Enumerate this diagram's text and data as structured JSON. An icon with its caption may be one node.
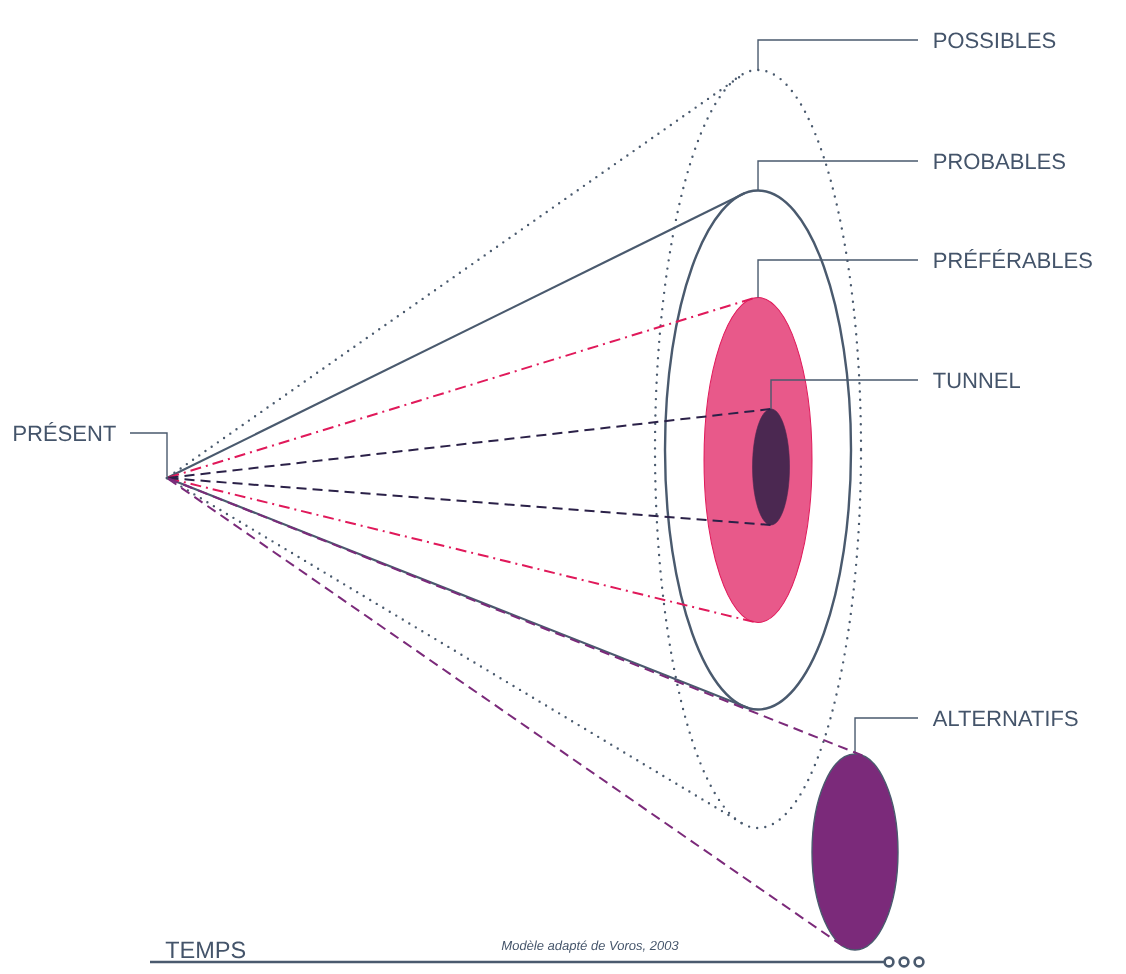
{
  "diagram": {
    "caption": "Modèle adapté de Voros, 2003",
    "nodes": [
      {
        "text": [
          "PRÉSENT"
        ]
      },
      {
        "text": [],
        "shape": "point"
      },
      {
        "text": [],
        "shape": "ellipse"
      },
      {
        "text": [],
        "shape": "ellipse",
        "in": 2
      },
      {
        "text": [],
        "shape": "ellipse",
        "in": 3
      },
      {
        "text": [],
        "shape": "ellipse",
        "in": 4
      },
      {
        "text": [],
        "shape": "ellipse"
      },
      {
        "text": [
          "POSSIBLES"
        ]
      },
      {
        "text": [
          "PROBABLES"
        ]
      },
      {
        "text": [
          "PRÉFÉRABLES"
        ]
      },
      {
        "text": [
          "TUNNEL"
        ]
      },
      {
        "text": [
          "ALTERNATIFS"
        ]
      }
    ],
    "edges": [
      {
        "from": 0,
        "to": 1,
        "arrow": "none"
      },
      {
        "from": 7,
        "to": 2,
        "arrow": "none"
      },
      {
        "from": 8,
        "to": 3,
        "arrow": "none"
      },
      {
        "from": 9,
        "to": 4,
        "arrow": "none"
      },
      {
        "from": 10,
        "to": 5,
        "arrow": "none"
      },
      {
        "from": 11,
        "to": 6,
        "arrow": "none"
      },
      {
        "from": 1,
        "to": 2,
        "arrow": "none",
        "style": "dashed"
      },
      {
        "from": 1,
        "to": 2,
        "arrow": "none",
        "style": "dashed"
      },
      {
        "from": 1,
        "to": 3,
        "arrow": "none"
      },
      {
        "from": 1,
        "to": 3,
        "arrow": "none"
      },
      {
        "from": 1,
        "to": 4,
        "arrow": "none",
        "style": "dashed",
        "color": "#e0195a"
      },
      {
        "from": 1,
        "to": 4,
        "arrow": "none",
        "style": "dashed",
        "color": "#e0195a"
      },
      {
        "from": 1,
        "to": 5,
        "arrow": "none",
        "style": "dashed",
        "color": "#2b2148"
      },
      {
        "from": 1,
        "to": 5,
        "arrow": "none",
        "style": "dashed",
        "color": "#2b2148"
      },
      {
        "from": 1,
        "to": 6,
        "arrow": "none",
        "style": "dashed",
        "color": "#7b2a7a"
      },
      {
        "from": 1,
        "to": 6,
        "arrow": "none",
        "style": "dashed",
        "color": "#7b2a7a"
      }
    ],
    "labels": [
      "TEMPS"
    ]
  }
}
